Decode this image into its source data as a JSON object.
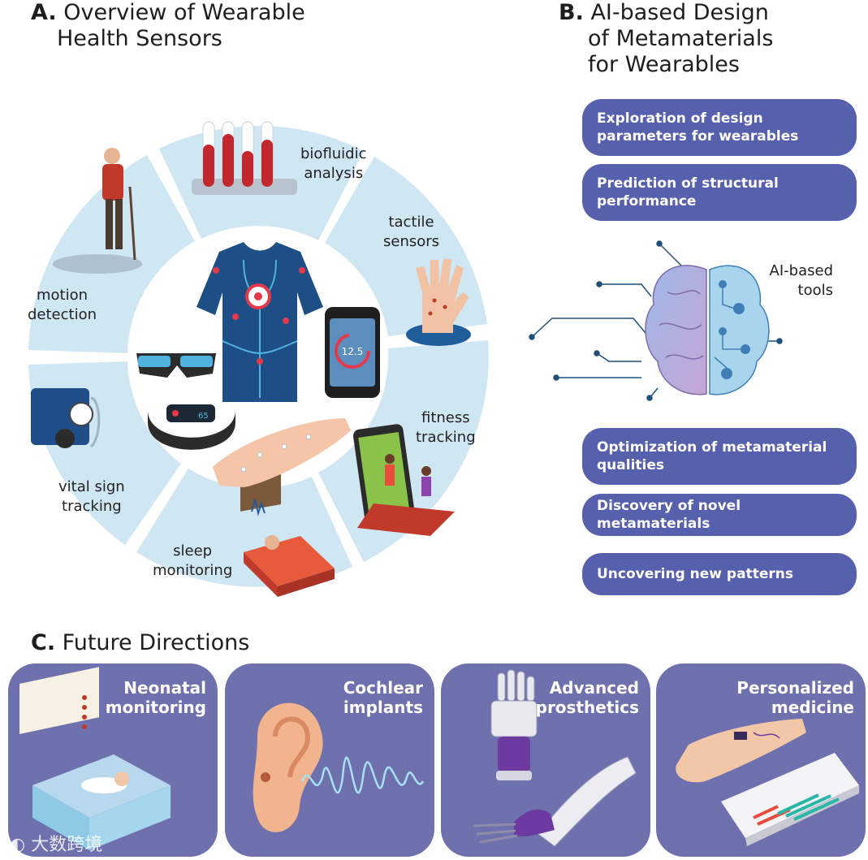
{
  "section_a": {
    "letter": "A.",
    "title_line1": "Overview of Wearable",
    "title_line2": "Health Sensors"
  },
  "section_b": {
    "letter": "B.",
    "title_line1": "AI-based Design",
    "title_line2": "of Metamaterials",
    "title_line3": "for Wearables"
  },
  "section_c": {
    "letter": "C.",
    "title": "Future Directions"
  },
  "wheel_segments": {
    "biofluidic": [
      "biofluidic",
      "analysis"
    ],
    "tactile": [
      "tactile",
      "sensors"
    ],
    "fitness": [
      "fitness",
      "tracking"
    ],
    "sleep": [
      "sleep",
      "monitoring"
    ],
    "vital": [
      "vital sign",
      "tracking"
    ],
    "motion": [
      "motion",
      "detection"
    ]
  },
  "center": {
    "phone_reading": "12.5",
    "band_reading": "65"
  },
  "ai_tools_label": [
    "AI-based",
    "tools"
  ],
  "design_steps": [
    [
      "Exploration of design",
      "parameters for wearables"
    ],
    [
      "Prediction of structural",
      "performance"
    ],
    [
      "Optimization of metamaterial",
      "qualities"
    ],
    [
      "Discovery of novel metamaterials"
    ],
    [
      "Uncovering new patterns"
    ]
  ],
  "future_panels": [
    [
      "Neonatal",
      "monitoring"
    ],
    [
      "Cochlear",
      "implants"
    ],
    [
      "Advanced",
      "prosthetics"
    ],
    [
      "Personalized",
      "medicine"
    ]
  ],
  "watermark": "大数跨境",
  "colors": {
    "wheel": "#cfe6f3",
    "pill": "#5660ad",
    "panel": "#6e71ad",
    "shirt": "#1d4f86"
  }
}
